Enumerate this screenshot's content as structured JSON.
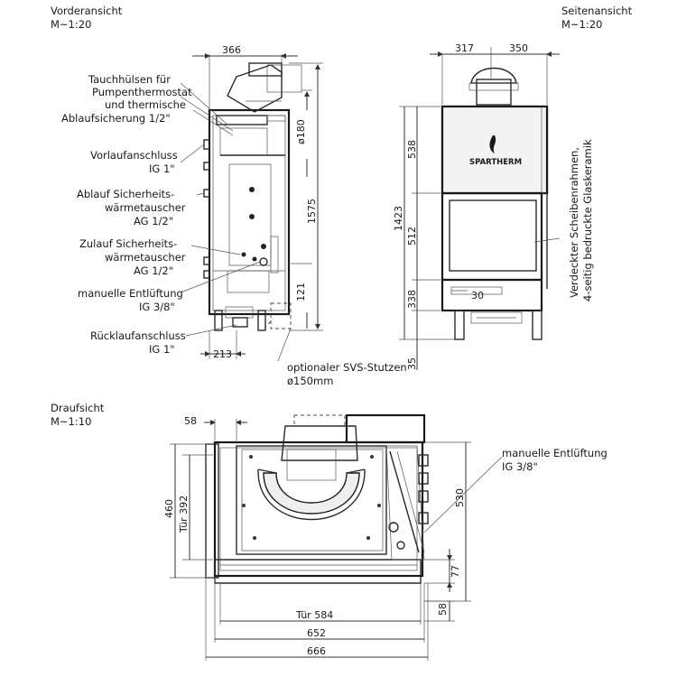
{
  "views": {
    "front": {
      "title": "Vorderansicht",
      "scale": "M~1:20"
    },
    "side": {
      "title": "Seitenansicht",
      "scale": "M~1:20"
    },
    "top": {
      "title": "Draufsicht",
      "scale": "M~1:10"
    }
  },
  "brand": "SPARTHERM",
  "front_labels": {
    "tauch1": "Tauchhülsen für",
    "tauch2": "Pumpenthermostat",
    "tauch3": "und thermische",
    "tauch4": "Ablaufsicherung 1/2\"",
    "vorlauf1": "Vorlaufanschluss",
    "vorlauf2": "IG 1\"",
    "ablauf1": "Ablauf Sicherheits-",
    "ablauf2": "wärmetauscher",
    "ablauf3": "AG 1/2\"",
    "zulauf1": "Zulauf Sicherheits-",
    "zulauf2": "wärmetauscher",
    "zulauf3": "AG 1/2\"",
    "entl1": "manuelle Entlüftung",
    "entl2": "IG 3/8\"",
    "rueck1": "Rücklaufanschluss",
    "rueck2": "IG 1\"",
    "svs1": "optionaler SVS-Stutzen",
    "svs2": "ø150mm"
  },
  "front_dims": {
    "top_width": "366",
    "flue": "ø180",
    "height": "1575",
    "inlet_height": "121",
    "bottom": "213"
  },
  "side_dims": {
    "w_left": "317",
    "w_right": "350",
    "total_height": "1423",
    "d538": "538",
    "d512": "512",
    "d338": "338",
    "d35": "35",
    "d30": "30"
  },
  "side_note": {
    "line1": "Verdeckter Scheibenrahmen,",
    "line2": "4-seitig bedruckte Glaskeramik"
  },
  "top_labels": {
    "entl1": "manuelle Entlüftung",
    "entl2": "IG 3/8\""
  },
  "top_dims": {
    "d58_top": "58",
    "d460": "460",
    "door392": "Tür 392",
    "d530": "530",
    "d77": "77",
    "d58_right": "58",
    "door584": "Tür 584",
    "d652": "652",
    "d666": "666"
  }
}
